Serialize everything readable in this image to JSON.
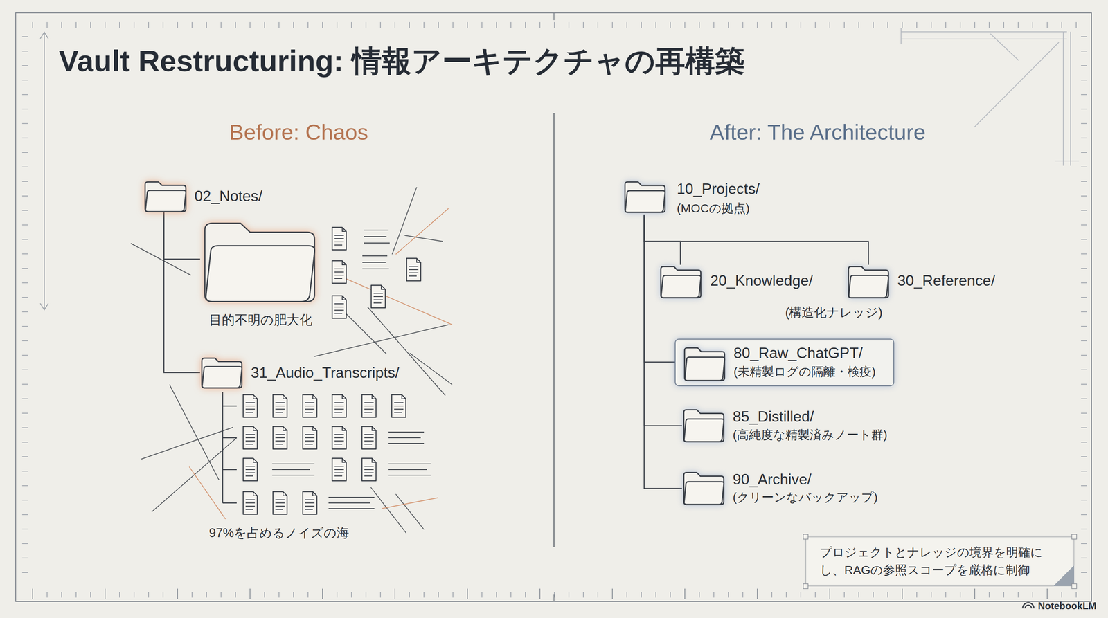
{
  "diagram": {
    "title": "Vault Restructuring: 情報アーキテクチャの再構築",
    "nodes": [
      {
        "text": [
          "02_Notes/"
        ]
      },
      {
        "text": [
          "目的不明の肥大化"
        ]
      },
      {
        "text": [
          "31_Audio_Transcripts/"
        ]
      },
      {
        "text": [
          "10_Projects/",
          "(MOCの拠点)"
        ]
      },
      {
        "text": [
          "20_Knowledge/"
        ]
      },
      {
        "text": [
          "30_Reference/"
        ]
      },
      {
        "text": [
          "80_Raw_ChatGPT/",
          "(未精製ログの隔離・検疫)"
        ]
      },
      {
        "text": [
          "85_Distilled/",
          "(高純度な精製済みノート群)"
        ]
      },
      {
        "text": [
          "90_Archive/",
          "(クリーンなバックアップ)"
        ]
      },
      {
        "text": [
          "プロジェクトとナレッジの境界を明確にし、RAGの参照スコープを厳格に制御"
        ]
      }
    ],
    "edges": [
      {
        "from": 0,
        "to": 1,
        "arrow": "none"
      },
      {
        "from": 0,
        "to": 2,
        "arrow": "none"
      },
      {
        "from": 3,
        "to": 4,
        "arrow": "none"
      },
      {
        "from": 3,
        "to": 5,
        "arrow": "none"
      },
      {
        "from": 3,
        "to": 6,
        "arrow": "none"
      },
      {
        "from": 3,
        "to": 7,
        "arrow": "none"
      },
      {
        "from": 3,
        "to": 8,
        "arrow": "none"
      }
    ],
    "labels": [
      "Before: Chaos",
      "After: The Architecture",
      "97%を占めるノイズの海",
      "(構造化ナレッジ)",
      "NotebookLM"
    ]
  }
}
